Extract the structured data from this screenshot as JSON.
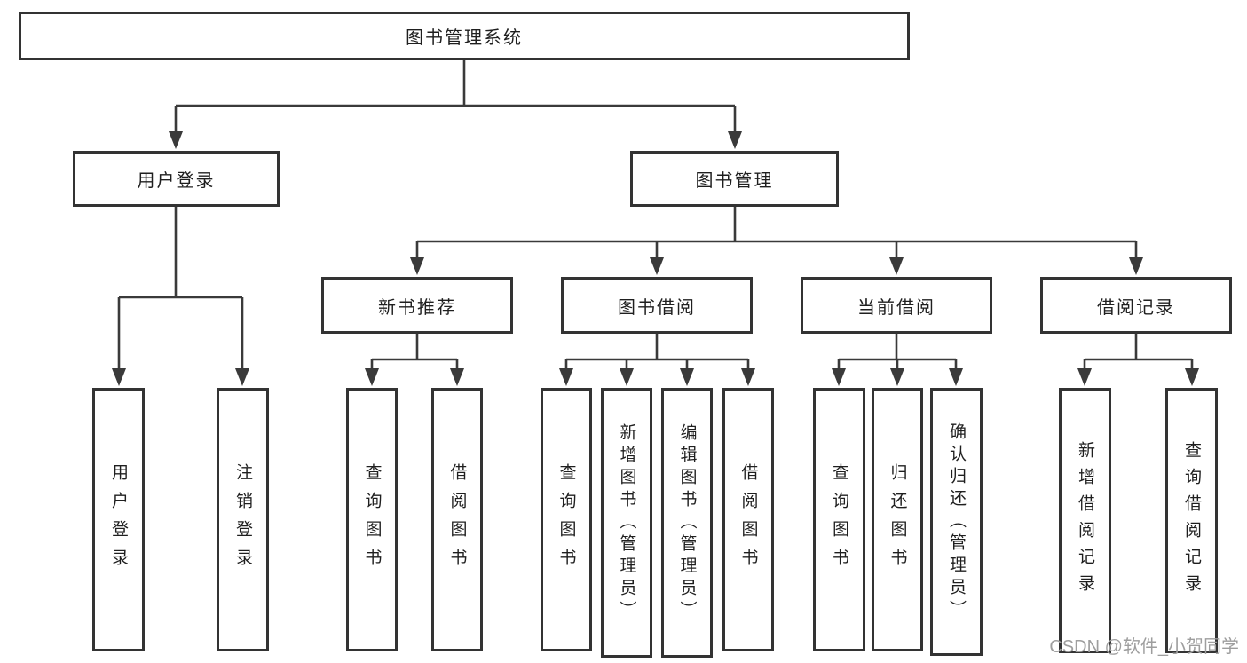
{
  "tree": {
    "root": "图书管理系统",
    "children": [
      {
        "label": "用户登录",
        "children": [
          "用户登录",
          "注销登录"
        ]
      },
      {
        "label": "图书管理",
        "children": [
          {
            "label": "新书推荐",
            "children": [
              "查询图书",
              "借阅图书"
            ]
          },
          {
            "label": "图书借阅",
            "children": [
              "查询图书",
              "新增图书（管理员）",
              "编辑图书（管理员）",
              "借阅图书"
            ]
          },
          {
            "label": "当前借阅",
            "children": [
              "查询图书",
              "归还图书",
              "确认归还（管理员）"
            ]
          },
          {
            "label": "借阅记录",
            "children": [
              "新增借阅记录",
              "查询借阅记录"
            ]
          }
        ]
      }
    ]
  },
  "watermark": {
    "text": "CSDN @软件_小贺同学"
  },
  "colors": {
    "line": "#3a3a3a",
    "box_border": "#333333",
    "text": "#1f1f1f",
    "watermark": "#9e9e9e",
    "background": "#ffffff"
  }
}
